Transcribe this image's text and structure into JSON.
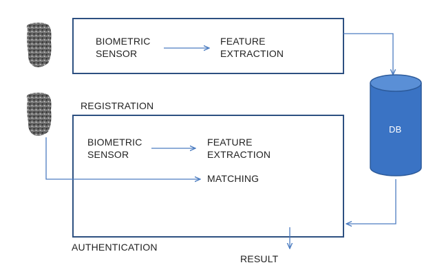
{
  "registration": {
    "sensor": "BIOMETRIC\nSENSOR",
    "extraction": "FEATURE\nEXTRACTION",
    "label": "REGISTRATION"
  },
  "authentication": {
    "sensor": "BIOMETRIC\nSENSOR",
    "extraction": "FEATURE\nEXTRACTION",
    "matching": "MATCHING",
    "label": "AUTHENTICATION"
  },
  "database": {
    "label": "DB",
    "color": "#3a73c4"
  },
  "result": "RESULT",
  "icons": [
    "fingerprint-icon",
    "fingerprint-icon"
  ]
}
